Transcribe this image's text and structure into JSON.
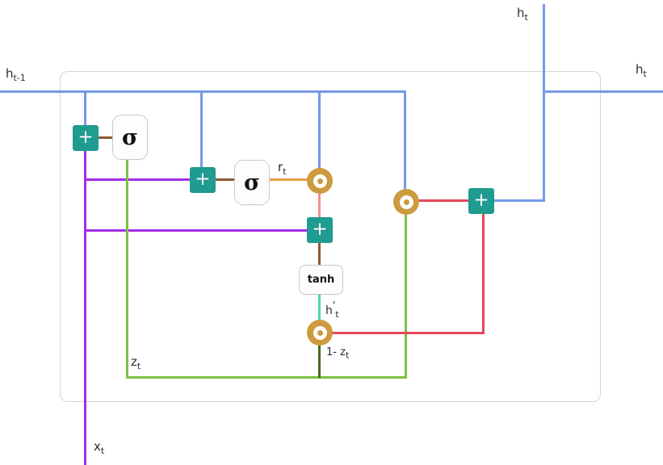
{
  "diagram_type": "gru-cell-diagram",
  "labels": {
    "h_prev": {
      "base": "h",
      "sub": "t-1"
    },
    "h_out_top": {
      "base": "h",
      "sub": "t"
    },
    "h_out_right": {
      "base": "h",
      "sub": "t"
    },
    "x_in": {
      "base": "x",
      "sub": "t"
    },
    "z_gate": {
      "base": "z",
      "sub": "t"
    },
    "r_gate": {
      "base": "r",
      "sub": "t"
    },
    "one_minus_z": {
      "prefix": "1- ",
      "base": "z",
      "sub": "t"
    },
    "h_candidate": {
      "base": "h",
      "prime": "'",
      "sub": "t"
    }
  },
  "nodes": {
    "sum": "+",
    "sigmoid": "σ",
    "tanh": "tanh"
  },
  "colors": {
    "h_path_blue": "#7499e6",
    "x_path_purple": "#a42de8",
    "z_path_green": "#7cc241",
    "one_minus_z_dark_green": "#4a691e",
    "r_path_orange": "#e3a33d",
    "connector_brown": "#8b5a33",
    "reset_output_salmon": "#f5918b",
    "product_red": "#e4485a",
    "candidate_turquoise": "#4cd7b2",
    "operator_teal": "#1f9b90",
    "hadamard_gold": "#cd9a40",
    "cell_border_gray": "#d4d4d4"
  }
}
